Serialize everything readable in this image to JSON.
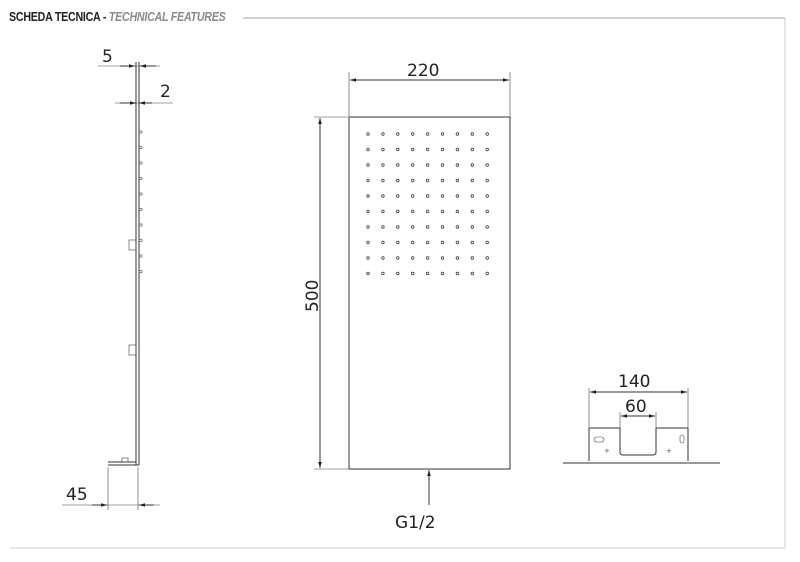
{
  "header": {
    "title": "SCHEDA TECNICA",
    "separator": " - ",
    "subtitle": "TECHNICAL FEATURES"
  },
  "dimensions": {
    "side_thickness": "5",
    "side_inner": "2",
    "side_foot": "45",
    "front_width": "220",
    "front_height": "500",
    "connection": "G1/2",
    "bracket_width": "140",
    "bracket_inner": "60"
  },
  "nozzle_grid": {
    "columns": 9,
    "rows": 10
  }
}
